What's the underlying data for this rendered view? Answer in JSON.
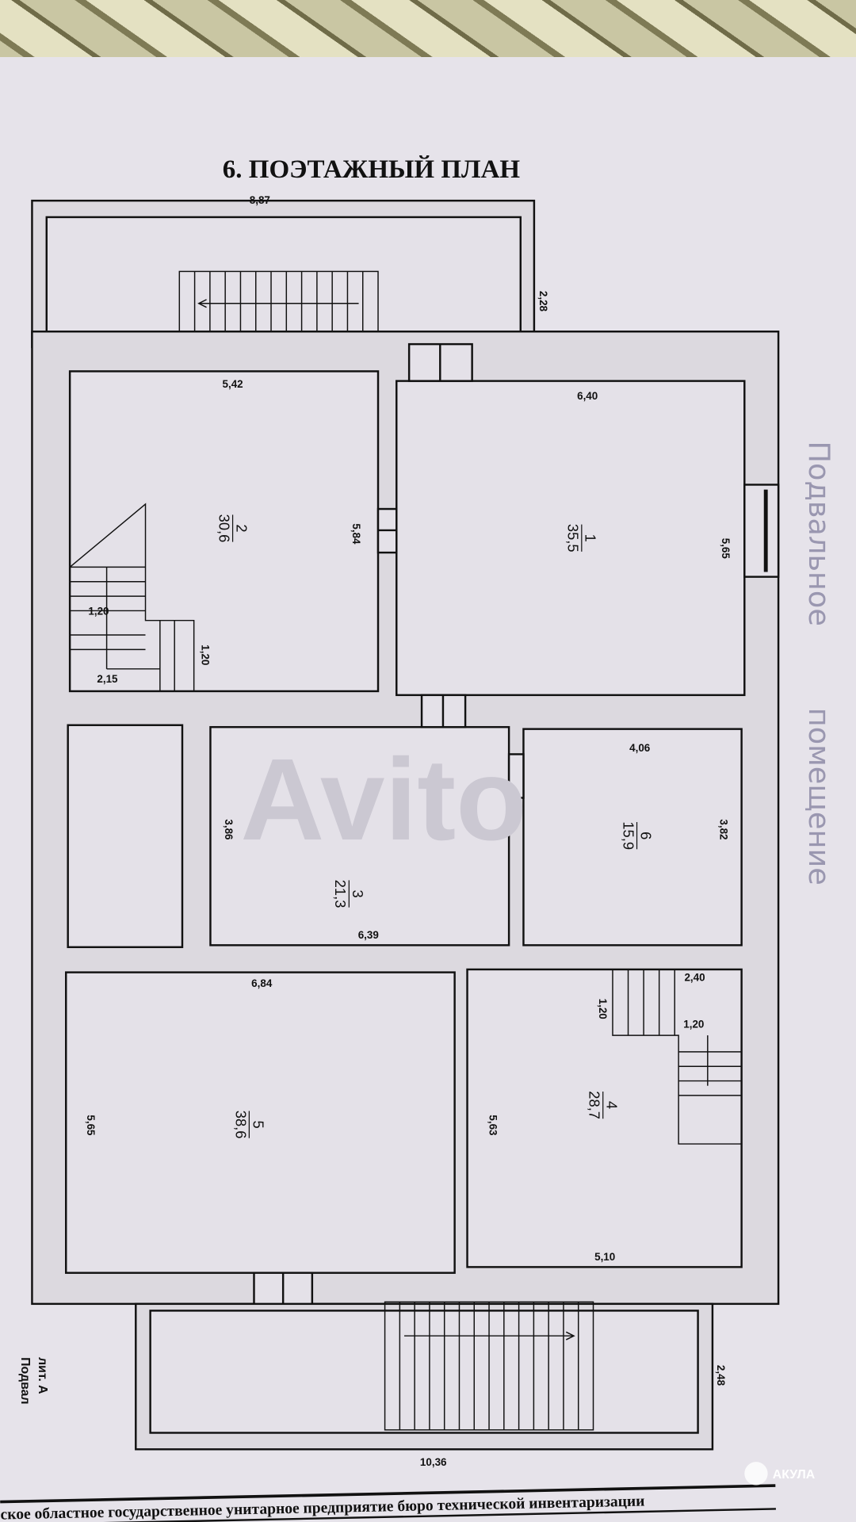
{
  "title": "6. ПОЭТАЖНЫЙ ПЛАН",
  "handwritten_note": [
    "Подвальное",
    "помещение"
  ],
  "level_label": {
    "letter": "лит. А",
    "floor": "Подвал"
  },
  "rooms": [
    {
      "number": "1",
      "area": "35,5"
    },
    {
      "number": "2",
      "area": "30,6"
    },
    {
      "number": "3",
      "area": "21,3"
    },
    {
      "number": "4",
      "area": "28,7"
    },
    {
      "number": "5",
      "area": "38,6"
    },
    {
      "number": "6",
      "area": "15,9"
    }
  ],
  "dimensions": {
    "porch_top_width": "8,87",
    "porch_top_depth": "2,28",
    "room2_width": "5,42",
    "room2_height": "5,84",
    "room1_width": "6,40",
    "room1_height": "5,65",
    "stair2_a": "1,20",
    "stair2_b": "2,15",
    "stair2_c": "1,20",
    "room3_height": "3,86",
    "room3_width": "6,39",
    "room6_width": "4,06",
    "room6_height": "3,82",
    "room5_width": "6,84",
    "room5_height": "5,65",
    "room4_top": "2,40",
    "room4_stair_a": "1,20",
    "room4_stair_b": "1,20",
    "room4_height": "5,63",
    "room4_width": "5,10",
    "porch_bottom_depth": "2,48",
    "porch_bottom_width": "10,36"
  },
  "footer_text": "ское областное государственное унитарное предприятие бюро технической инвентаризации",
  "watermark": "Avito",
  "logo_text": "АКУЛА"
}
